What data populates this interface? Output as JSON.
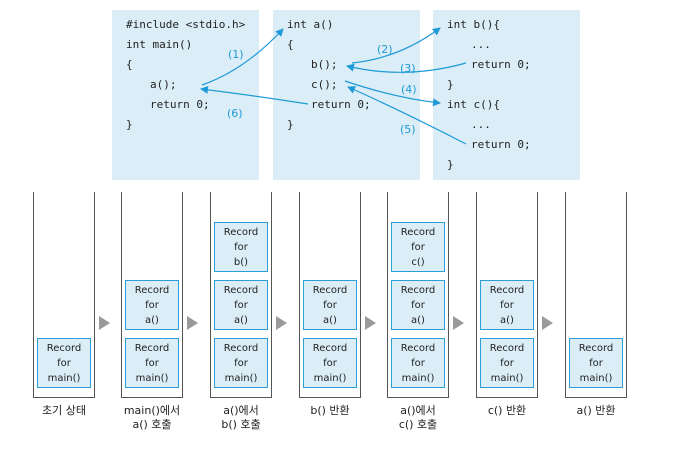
{
  "code": {
    "main": [
      "#include <stdio.h>",
      "int main()",
      "{",
      "a();",
      "return 0;",
      "}"
    ],
    "a": [
      "int a()",
      "{",
      "b();",
      "c();",
      "return 0;",
      "}"
    ],
    "bc": [
      "int b(){",
      "...",
      "return 0;",
      "}",
      "int c(){",
      "...",
      "return 0;",
      "}"
    ]
  },
  "arrow_labels": [
    "(1)",
    "(2)",
    "(3)",
    "(4)",
    "(5)",
    "(6)"
  ],
  "stacks": [
    {
      "records": [
        [
          "Record",
          "for",
          "main()"
        ]
      ],
      "caption": [
        "초기 상태"
      ]
    },
    {
      "records": [
        [
          "Record",
          "for",
          "a()"
        ],
        [
          "Record",
          "for",
          "main()"
        ]
      ],
      "caption": [
        "main()에서",
        "a() 호출"
      ]
    },
    {
      "records": [
        [
          "Record",
          "for",
          "b()"
        ],
        [
          "Record",
          "for",
          "a()"
        ],
        [
          "Record",
          "for",
          "main()"
        ]
      ],
      "caption": [
        "a()에서",
        "b() 호출"
      ]
    },
    {
      "records": [
        [
          "Record",
          "for",
          "a()"
        ],
        [
          "Record",
          "for",
          "main()"
        ]
      ],
      "caption": [
        "b() 반환"
      ]
    },
    {
      "records": [
        [
          "Record",
          "for",
          "c()"
        ],
        [
          "Record",
          "for",
          "a()"
        ],
        [
          "Record",
          "for",
          "main()"
        ]
      ],
      "caption": [
        "a()에서",
        "c() 호출"
      ]
    },
    {
      "records": [
        [
          "Record",
          "for",
          "a()"
        ],
        [
          "Record",
          "for",
          "main()"
        ]
      ],
      "caption": [
        "c() 반환"
      ]
    },
    {
      "records": [
        [
          "Record",
          "for",
          "main()"
        ]
      ],
      "caption": [
        "a() 반환"
      ]
    }
  ],
  "colors": {
    "box_fill": "#dbeef8",
    "arrow": "#1e9ad6",
    "border": "#2a9fd8",
    "step_arrow": "#9a9a9a"
  }
}
